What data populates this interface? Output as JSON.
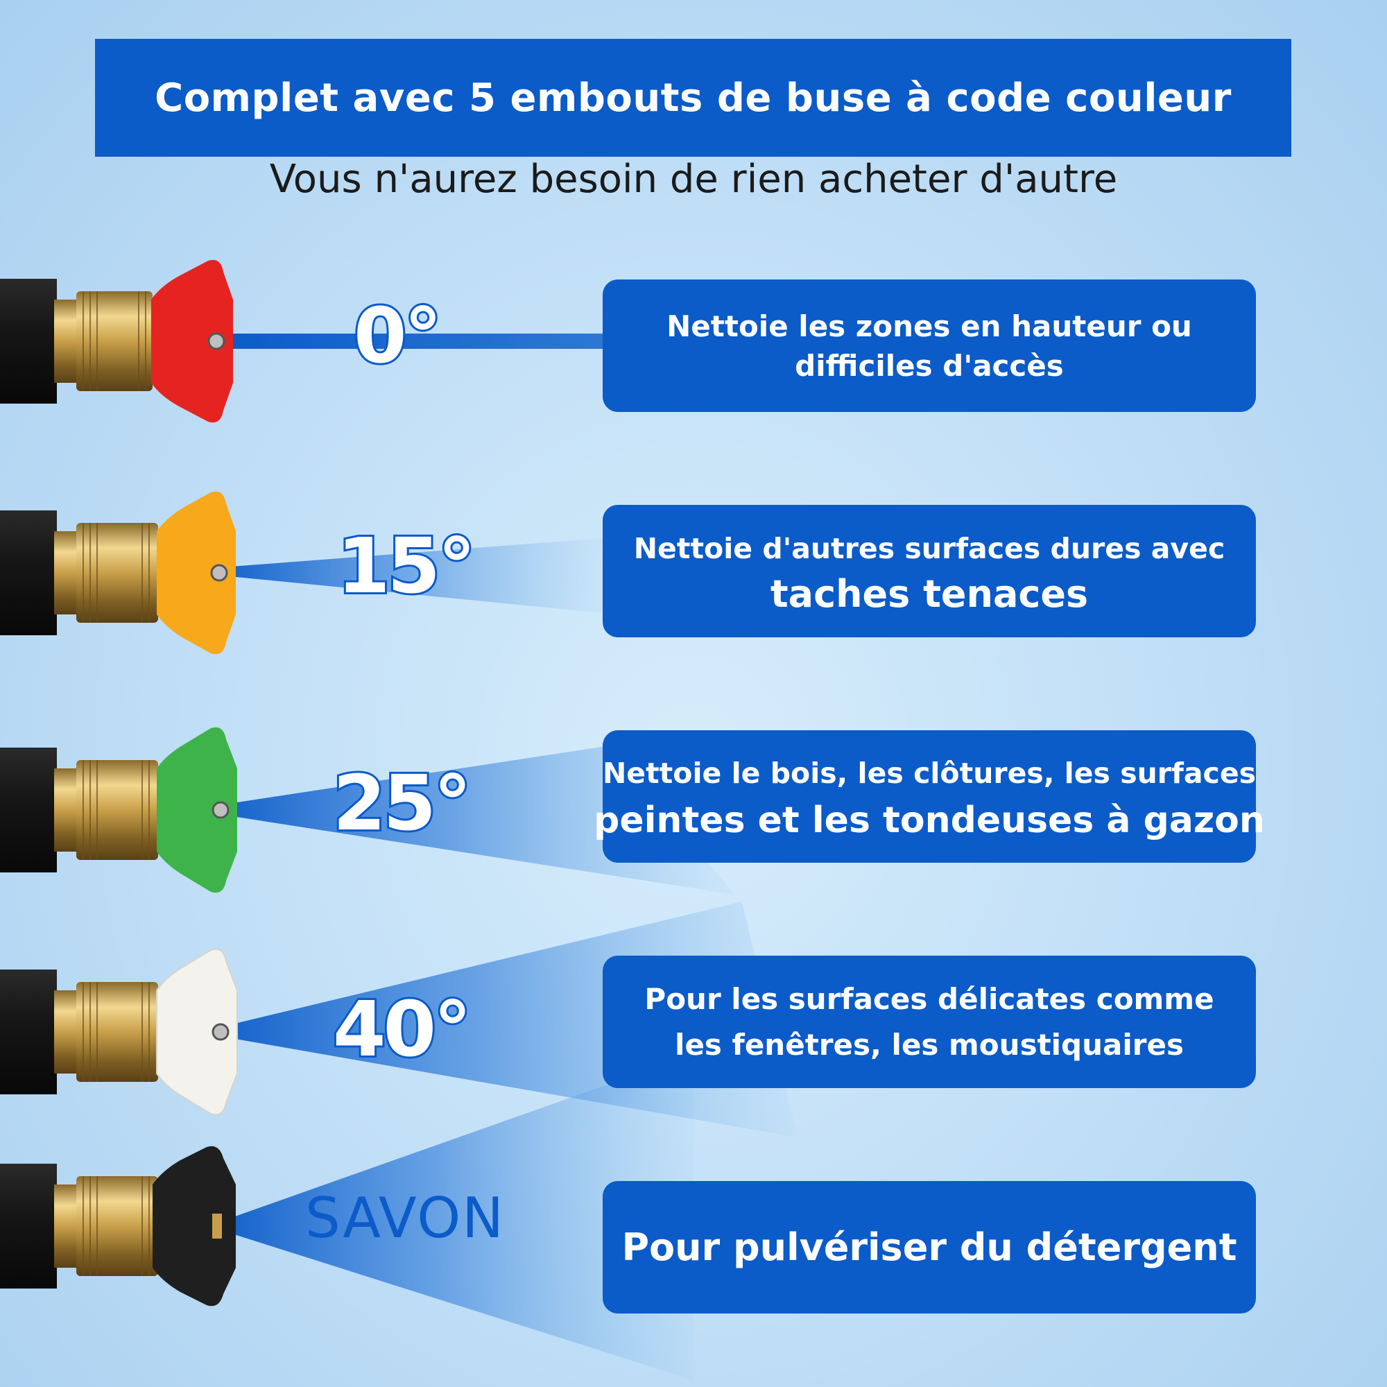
{
  "header": {
    "title": "Complet avec 5 embouts de buse à code couleur",
    "subtitle": "Vous n'aurez besoin de rien acheter d'autre"
  },
  "nozzles": [
    {
      "angle_label": "0°",
      "tip_color": "#e52421",
      "description_lines": [
        "Nettoie les zones en hauteur ou",
        "difficiles d'accès"
      ]
    },
    {
      "angle_label": "15°",
      "tip_color": "#f7a81b",
      "description_lines": [
        "Nettoie d'autres surfaces dures avec",
        "taches tenaces"
      ]
    },
    {
      "angle_label": "25°",
      "tip_color": "#3eb34a",
      "description_lines": [
        "Nettoie le bois, les clôtures, les surfaces",
        "peintes et les tondeuses à gazon"
      ]
    },
    {
      "angle_label": "40°",
      "tip_color": "#f4f2ec",
      "description_lines": [
        "Pour les surfaces délicates comme",
        "les fenêtres, les moustiquaires"
      ]
    },
    {
      "angle_label": "SAVON",
      "tip_color": "#1f1f1f",
      "description_lines": [
        "Pour pulvériser du détergent"
      ]
    }
  ],
  "colors": {
    "accent_blue": "#0b5bc9",
    "brass": "#c9a04a",
    "hose": "#141414"
  }
}
